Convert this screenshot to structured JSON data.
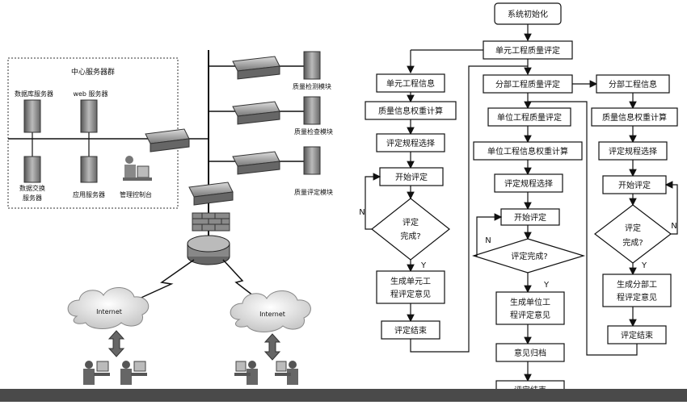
{
  "network": {
    "cluster_title": "中心服务器群",
    "db_server": "数据库服务器",
    "web_server": "web 服务器",
    "backup_server": [
      "数据交换",
      "服务器"
    ],
    "app_server": "应用服务器",
    "admin_console": "管理控制台",
    "module_detect": "质量检测模块",
    "module_inspect": "质量检查模块",
    "module_eval": "质量评定模块",
    "internet_left": "Internet",
    "internet_right": "Internet"
  },
  "flow": {
    "init": "系统初始化",
    "unit_eval": "单元工程质量评定",
    "a_info": "单元工程信息",
    "a_weight": "质量信息权重计算",
    "a_rule": "评定规程选择",
    "a_start": "开始评定",
    "a_done": [
      "评定",
      "完成?"
    ],
    "a_gen": [
      "生成单元工",
      "程评定意见"
    ],
    "a_end": "评定结束",
    "b_eval": "分部工程质量评定",
    "b_unit": "单位工程质量评定",
    "b_weight": "单位工程信息权重计算",
    "b_rule": "评定规程选择",
    "b_start": "开始评定",
    "b_done": "评定完成?",
    "b_gen": [
      "生成单位工",
      "程评定意见"
    ],
    "b_archive": "意见归档",
    "b_end": "评定结束",
    "c_info": "分部工程信息",
    "c_weight": "质量信息权重计算",
    "c_rule": "评定规程选择",
    "c_start": "开始评定",
    "c_done": [
      "评定",
      "完成?"
    ],
    "c_gen": [
      "生成分部工",
      "程评定意见"
    ],
    "c_end": "评定结束",
    "yes": "Y",
    "no": "N"
  }
}
